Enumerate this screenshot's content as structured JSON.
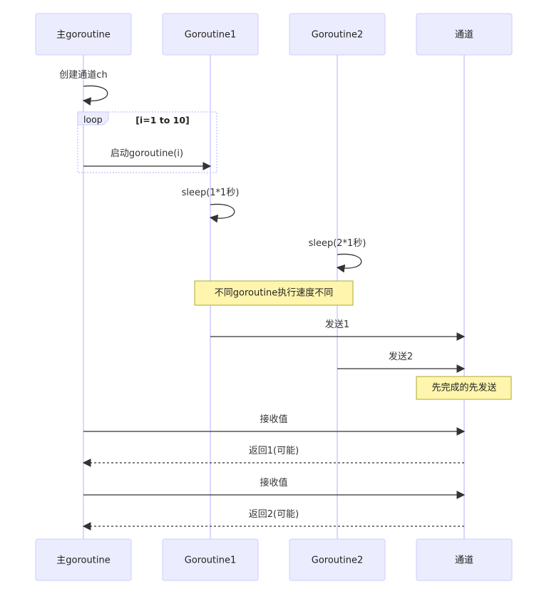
{
  "participants": [
    {
      "id": "main",
      "label": "主goroutine"
    },
    {
      "id": "g1",
      "label": "Goroutine1"
    },
    {
      "id": "g2",
      "label": "Goroutine2"
    },
    {
      "id": "ch",
      "label": "通道"
    }
  ],
  "self_messages": [
    {
      "on": "main",
      "label": "创建通道ch"
    },
    {
      "on": "g1",
      "label": "sleep(1*1秒)"
    },
    {
      "on": "g2",
      "label": "sleep(2*1秒)"
    }
  ],
  "loop": {
    "keyword": "loop",
    "condition": "[i=1 to 10]"
  },
  "messages": [
    {
      "from": "main",
      "to": "g1",
      "label": "启动goroutine(i)",
      "style": "solid"
    },
    {
      "from": "g1",
      "to": "ch",
      "label": "发送1",
      "style": "solid"
    },
    {
      "from": "g2",
      "to": "ch",
      "label": "发送2",
      "style": "solid"
    },
    {
      "from": "main",
      "to": "ch",
      "label": "接收值",
      "style": "solid"
    },
    {
      "from": "ch",
      "to": "main",
      "label": "返回1(可能)",
      "style": "dashed"
    },
    {
      "from": "main",
      "to": "ch",
      "label": "接收值",
      "style": "solid"
    },
    {
      "from": "ch",
      "to": "main",
      "label": "返回2(可能)",
      "style": "dashed"
    }
  ],
  "notes": [
    {
      "over": [
        "g1",
        "g2"
      ],
      "text": "不同goroutine执行速度不同"
    },
    {
      "over": [
        "ch"
      ],
      "text": "先完成的先发送"
    }
  ]
}
